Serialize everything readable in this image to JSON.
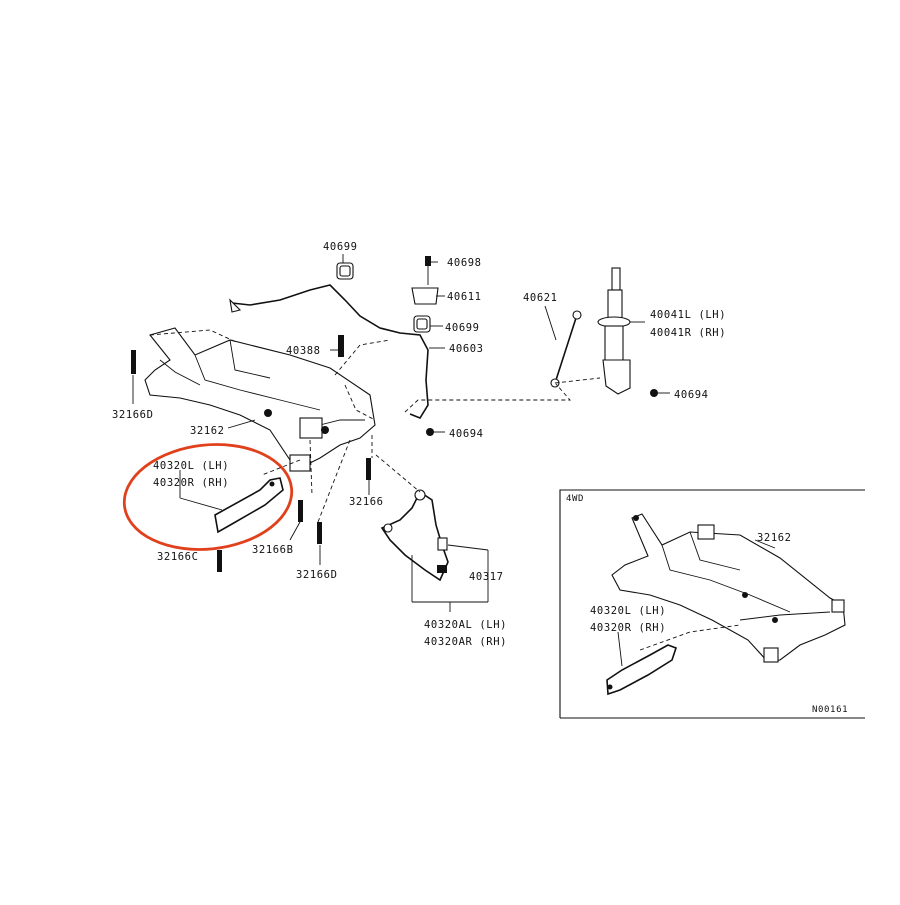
{
  "labels": {
    "p40699_top": "40699",
    "p40698": "40698",
    "p40611": "40611",
    "p40699_mid": "40699",
    "p40388": "40388",
    "p40603": "40603",
    "p40694_left": "40694",
    "p40621": "40621",
    "p40041L": "40041L (LH)",
    "p40041R": "40041R (RH)",
    "p40694_right": "40694",
    "p32166D_left": "32166D",
    "p32162_main": "32162",
    "p40320L": "40320L (LH)",
    "p40320R": "40320R (RH)",
    "p32166": "32166",
    "p32166C": "32166C",
    "p32166B": "32166B",
    "p32166D_bottom": "32166D",
    "p40317": "40317",
    "p40320AL": "40320AL (LH)",
    "p40320AR": "40320AR (RH)"
  },
  "inset": {
    "title": "4WD",
    "p32162": "32162",
    "p40320L": "40320L (LH)",
    "p40320R": "40320R (RH)",
    "code": "N00161"
  },
  "colors": {
    "highlight": "#e0401c",
    "line": "#111111",
    "background": "#ffffff"
  }
}
